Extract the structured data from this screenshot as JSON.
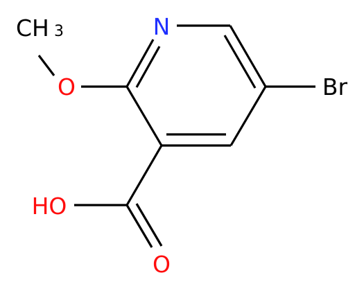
{
  "molecule": {
    "atoms": {
      "nitrogen": {
        "symbol": "N",
        "color": "#1f30ff"
      },
      "bromine": {
        "symbol": "Br",
        "color": "#000000"
      },
      "ether_oxygen": {
        "symbol": "O",
        "color": "#ff0d0d"
      },
      "methyl": {
        "symbol": "CH",
        "subscript": "3",
        "color": "#000000"
      },
      "hydroxyl": {
        "symbol": "HO",
        "color": "#ff0d0d"
      },
      "carbonyl_oxygen": {
        "symbol": "O",
        "color": "#ff0d0d"
      }
    },
    "colors": {
      "bond": "#000000",
      "oxygen": "#ff0d0d",
      "nitrogen": "#1f30ff"
    }
  }
}
